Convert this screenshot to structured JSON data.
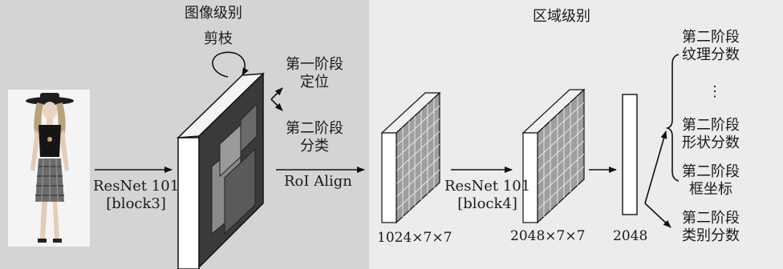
{
  "headers": {
    "image_level": "图像级别",
    "region_level": "区域级别"
  },
  "prune_label": "剪枝",
  "stage1": {
    "line1": "第一阶段",
    "line2": "定位"
  },
  "stage2_classify": {
    "line1": "第二阶段",
    "line2": "分类"
  },
  "backbone_block3": {
    "line1": "ResNet 101",
    "line2": "[block3]"
  },
  "roi_align": "RoI Align",
  "backbone_block4": {
    "line1": "ResNet 101",
    "line2": "[block4]"
  },
  "dims": {
    "roi_feature": "1024×7×7",
    "block4_feature": "2048×7×7",
    "vector": "2048"
  },
  "outputs": {
    "texture": {
      "line1": "第二阶段",
      "line2": "纹理分数"
    },
    "ellipsis": "⋮",
    "shape": {
      "line1": "第二阶段",
      "line2": "形状分数"
    },
    "box": {
      "line1": "第二阶段",
      "line2": "框坐标"
    },
    "category": {
      "line1": "第二阶段",
      "line2": "类别分数"
    }
  },
  "colors": {
    "left_panel_bg": "#d4d4d4",
    "right_panel_bg": "#ececec",
    "block_face": "#ffffff",
    "block_side": "#3a3a3a",
    "proposal_dark": "#555555",
    "proposal_mid": "#8a8a8a"
  },
  "icons": [
    "fashion-model-photo",
    "curved-loop-arrow"
  ]
}
